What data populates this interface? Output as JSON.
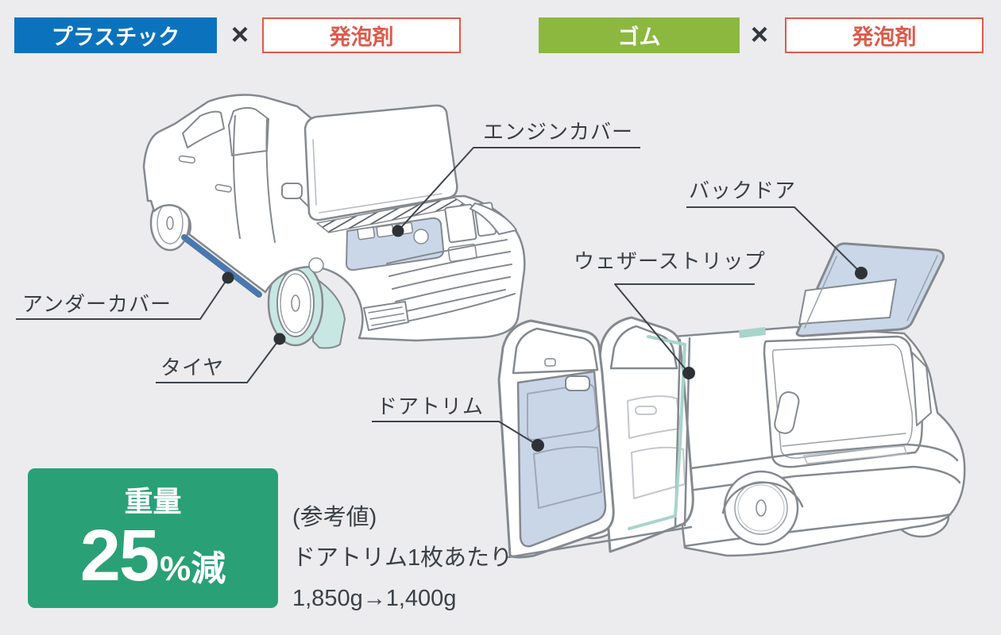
{
  "header": {
    "pairs": [
      {
        "material": "プラスチック",
        "operator": "×",
        "additive": "発泡剤",
        "material_color": "#0b73bd"
      },
      {
        "material": "ゴム",
        "operator": "×",
        "additive": "発泡剤",
        "material_color": "#8cb83f"
      }
    ],
    "additive_color": "#dd5a4b"
  },
  "diagram": {
    "labels": {
      "engine_cover": "エンジンカバー",
      "under_cover": "アンダーカバー",
      "tire": "タイヤ",
      "back_door": "バックドア",
      "weather_strip": "ウェザーストリップ",
      "door_trim": "ドアトリム"
    }
  },
  "weight_badge": {
    "title": "重量",
    "value": "25",
    "unit": "%減"
  },
  "reference_note": {
    "lines": [
      "(参考値)",
      "ドアトリム1枚あたり",
      "1,850g→1,400g"
    ]
  },
  "colors": {
    "background": "#ececee",
    "plastic_blue": "#0b73bd",
    "rubber_green": "#8cb83f",
    "foaming_agent_red": "#dd5a4b",
    "weight_badge_green": "#2aa077",
    "highlight_blue": "#c9d7e9",
    "highlight_teal": "#c9e7e2",
    "weather_strip_teal": "#a8d4cb",
    "under_cover_blue": "#4a77ad",
    "line_gray": "#84898f",
    "text_dark": "#3a3f45"
  }
}
